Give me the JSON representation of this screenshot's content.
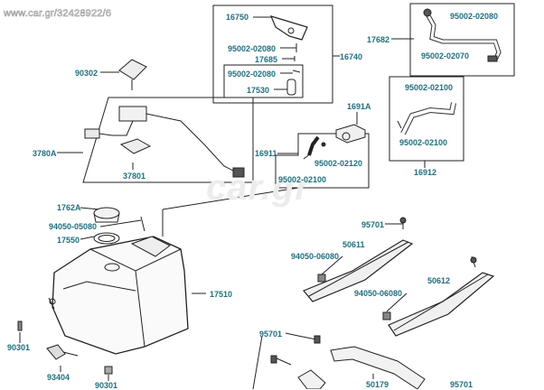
{
  "watermark": {
    "url_text": "www.car.gr/32428922/6",
    "logo_text": "car.gr"
  },
  "labels": {
    "p16750": "16750",
    "p95002_02080_a": "95002-02080",
    "p17685": "17685",
    "p95002_02080_b": "95002-02080",
    "p17530": "17530",
    "p16740": "16740",
    "p95002_02080_c": "95002-02080",
    "p17682": "17682",
    "p95002_02070": "95002-02070",
    "p90302": "90302",
    "p3780A": "3780A",
    "p37801": "37801",
    "p1691A": "1691A",
    "p95002_02100_a": "95002-02100",
    "p16911": "16911",
    "p95002_02120": "95002-02120",
    "p95002_02100_b": "95002-02100",
    "p95002_02100_c": "95002-02100",
    "p16912": "16912",
    "p1762A": "1762A",
    "p94050_05080": "94050-05080",
    "p17550": "17550",
    "p95701_a": "95701",
    "p50611": "50611",
    "p94050_06080_a": "94050-06080",
    "p50612": "50612",
    "p94050_06080_b": "94050-06080",
    "p17510": "17510",
    "p95701_b": "95701",
    "p90301_a": "90301",
    "p93404": "93404",
    "p90301_b": "90301",
    "p50179": "50179",
    "p95701_c": "95701"
  },
  "colors": {
    "label": "#1f6f7d",
    "line": "#222222",
    "box": "#222222"
  }
}
